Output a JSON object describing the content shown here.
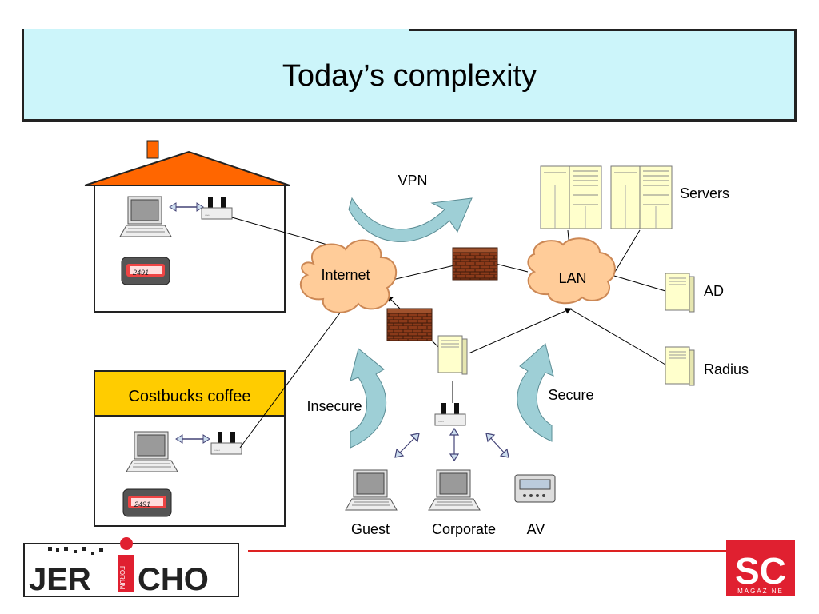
{
  "title": "Today’s complexity",
  "labels": {
    "vpn": "VPN",
    "servers": "Servers",
    "internet": "Internet",
    "lan": "LAN",
    "ad": "AD",
    "radius": "Radius",
    "cafe": "Costbucks coffee",
    "insecure": "Insecure",
    "secure": "Secure",
    "guest": "Guest",
    "corporate": "Corporate",
    "av": "AV"
  },
  "token_display": "2491",
  "logos": {
    "jericho_left": "JER",
    "jericho_right": "CHO",
    "jericho_forum": "FORUM",
    "sc": "SC",
    "sc_sub": "MAGAZINE"
  },
  "colors": {
    "title_bg": "#ccf5fa",
    "roof": "#ff6600",
    "cloud": "#ffcc99",
    "firewall": "#8b3a1a",
    "cafe_banner": "#ffcc00",
    "server": "#ffffcc",
    "arrow": "#9ecfd6",
    "footer_line": "#dd2222"
  }
}
